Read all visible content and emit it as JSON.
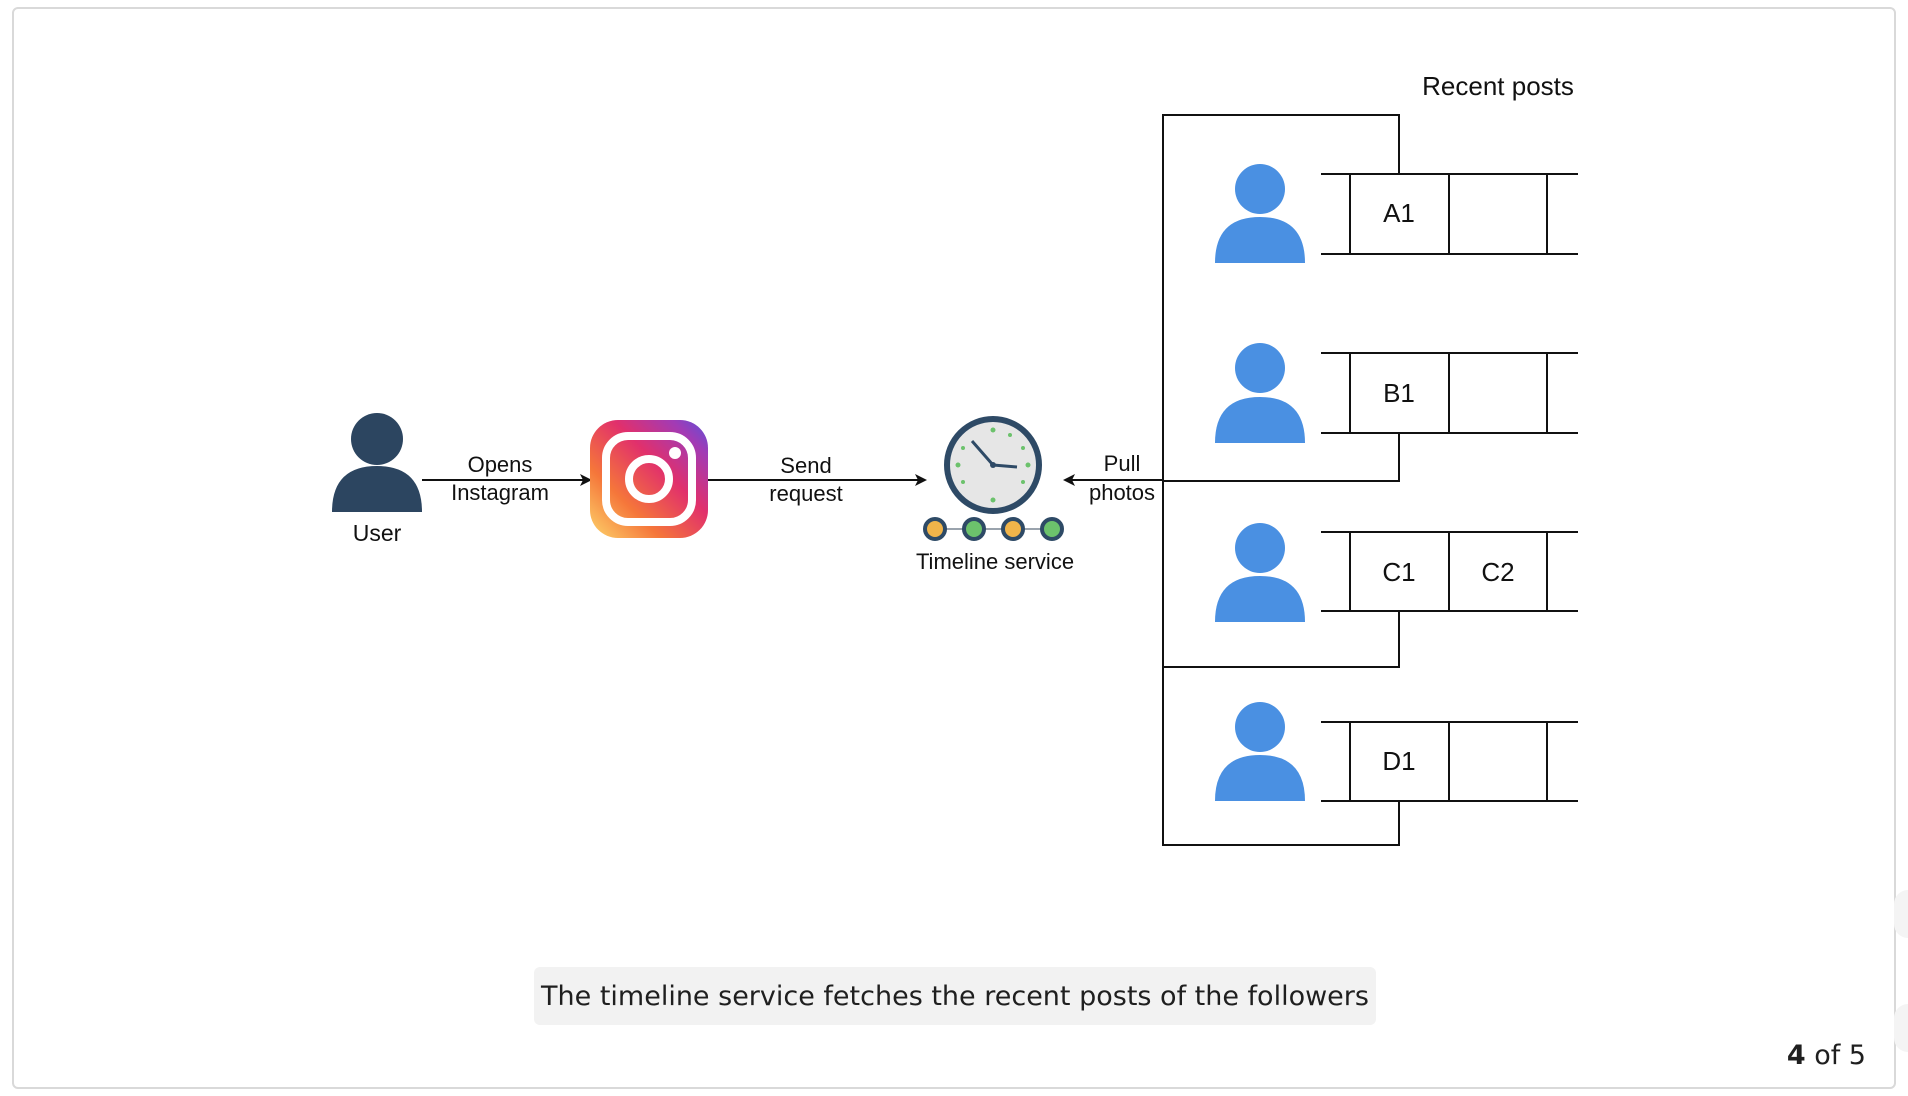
{
  "diagram": {
    "user_label": "User",
    "edge_opens_line1": "Opens",
    "edge_opens_line2": "Instagram",
    "edge_send_line1": "Send",
    "edge_send_line2": "request",
    "service_label": "Timeline service",
    "edge_pull_line1": "Pull",
    "edge_pull_line2": "photos",
    "recent_posts_title": "Recent posts",
    "followers": [
      {
        "posts": [
          "A1",
          "",
          ""
        ]
      },
      {
        "posts": [
          "B1",
          "",
          ""
        ]
      },
      {
        "posts": [
          "C1",
          "C2",
          ""
        ]
      },
      {
        "posts": [
          "D1",
          "",
          ""
        ]
      }
    ],
    "colors": {
      "user_dark": "#2c4560",
      "follower_blue": "#4a90e2",
      "line": "#111111",
      "clock_rim": "#2e4a66",
      "clock_face": "#e6e6e6",
      "dot_orange": "#f0b44a",
      "dot_green": "#6cc26c"
    },
    "icons": {
      "user": "person-icon",
      "app": "instagram-icon",
      "service": "clock-icon",
      "follower": "person-icon"
    }
  },
  "caption": "The timeline service fetches the recent posts of the followers",
  "pager": {
    "current": "4",
    "of_text": "of 5"
  }
}
